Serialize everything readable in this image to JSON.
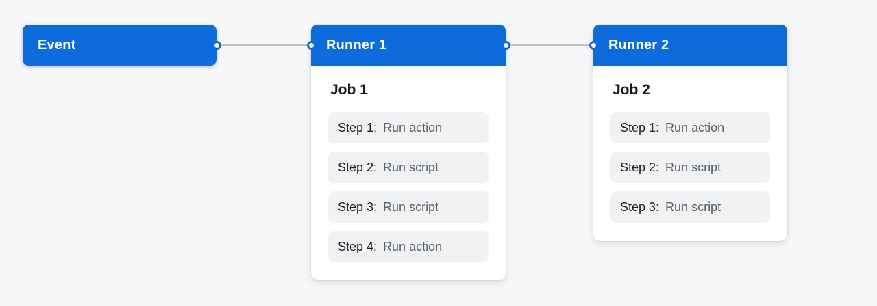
{
  "colors": {
    "accent": "#0d6bdb",
    "background": "#f6f7f9",
    "connector": "#bdc1c6",
    "card_background": "#ffffff",
    "step_background": "#f1f2f4",
    "header_text": "#ffffff",
    "text_dark": "#1b1f24",
    "text_muted": "#596066"
  },
  "event": {
    "label": "Event"
  },
  "runner1": {
    "title": "Runner 1",
    "job": {
      "title": "Job 1",
      "steps": [
        {
          "prefix": "Step 1:",
          "action": "Run action"
        },
        {
          "prefix": "Step 2:",
          "action": "Run script"
        },
        {
          "prefix": "Step 3:",
          "action": "Run script"
        },
        {
          "prefix": "Step 4:",
          "action": "Run action"
        }
      ]
    }
  },
  "runner2": {
    "title": "Runner 2",
    "job": {
      "title": "Job 2",
      "steps": [
        {
          "prefix": "Step 1:",
          "action": "Run action"
        },
        {
          "prefix": "Step 2:",
          "action": "Run script"
        },
        {
          "prefix": "Step 3:",
          "action": "Run script"
        }
      ]
    }
  }
}
